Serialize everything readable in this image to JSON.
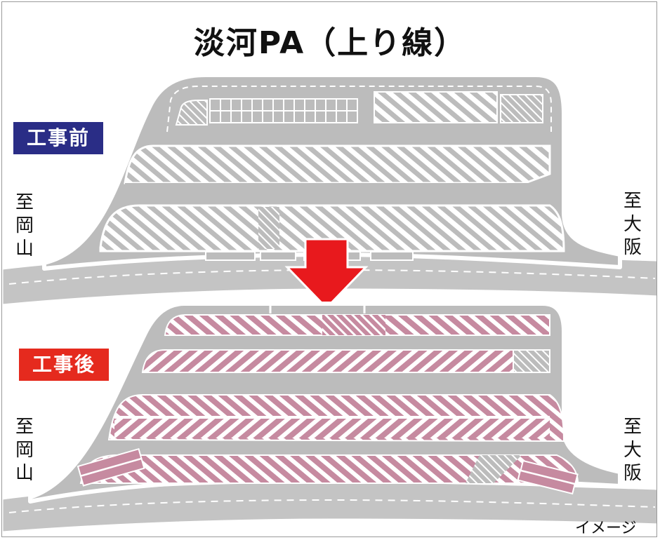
{
  "title": "淡河PA（上り線）",
  "badges": {
    "before": "工事前",
    "after": "工事後"
  },
  "directions": {
    "okayama": [
      "至",
      "岡",
      "山"
    ],
    "osaka": [
      "至",
      "大",
      "阪"
    ]
  },
  "caption": "イメージ",
  "colors": {
    "before_badge": "#2a2d86",
    "after_badge": "#e52a1e",
    "road": "#c4c4c4",
    "parking_lot": "#bcbcbc",
    "new_parking_stalls": "#c68aa0",
    "arrow": "#e8191d"
  }
}
